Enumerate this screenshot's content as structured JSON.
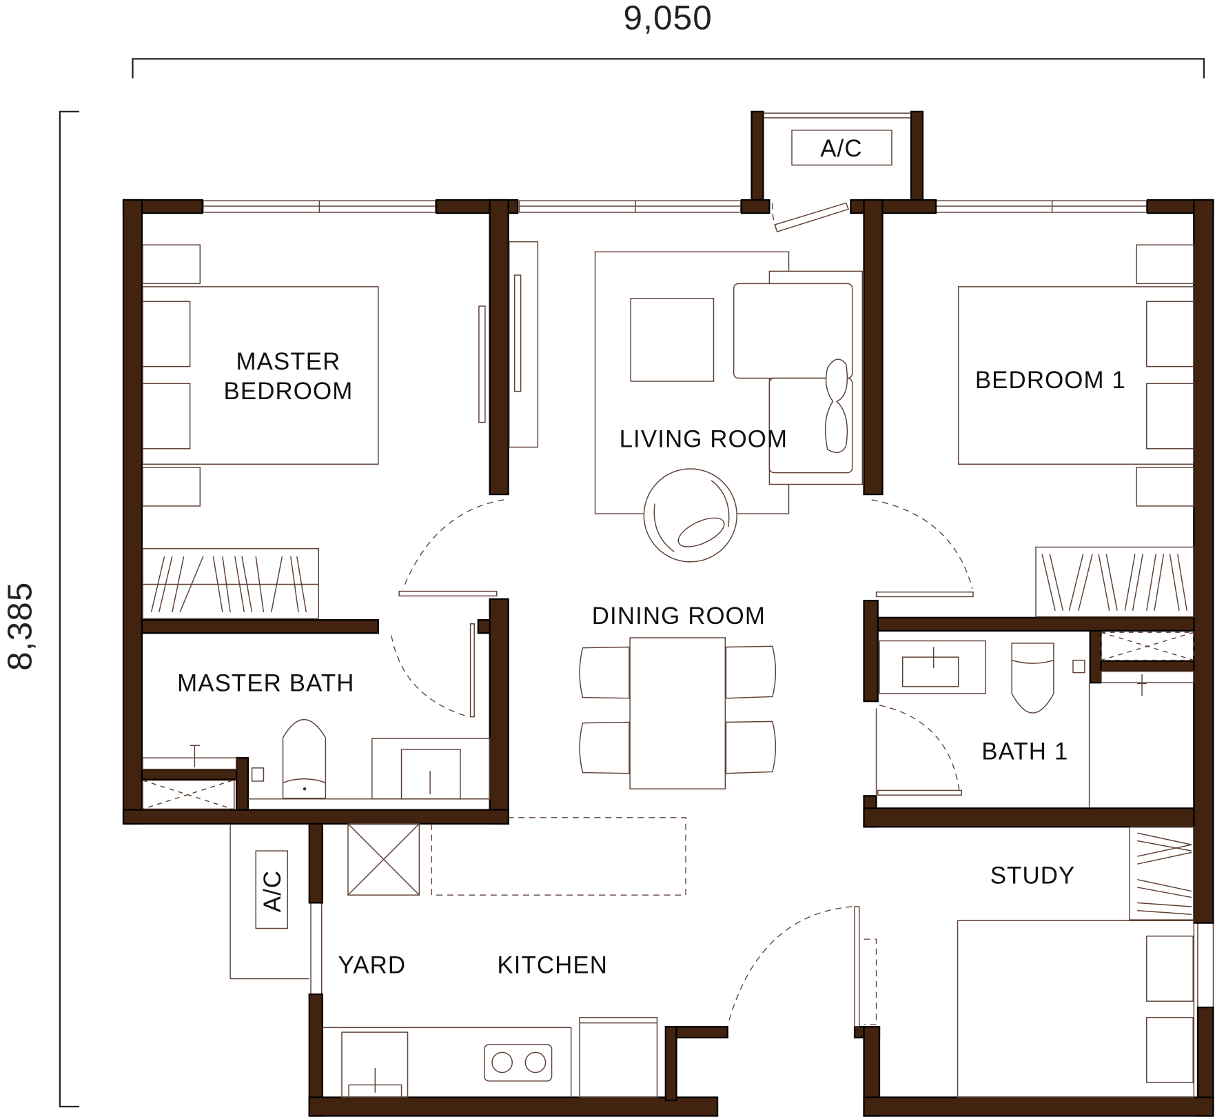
{
  "dimensions": {
    "width": "9,050",
    "height": "8,385"
  },
  "rooms": {
    "master_bedroom_1": "MASTER",
    "master_bedroom_2": "BEDROOM",
    "living_room": "LIVING ROOM",
    "bedroom_1": "BEDROOM 1",
    "dining_room": "DINING ROOM",
    "master_bath": "MASTER BATH",
    "bath_1": "BATH 1",
    "study": "STUDY",
    "yard": "YARD",
    "kitchen": "KITCHEN"
  },
  "ac_labels": {
    "top": "A/C",
    "yard": "A/C"
  },
  "colors": {
    "wall": "#42230f",
    "furniture": "#5e4035"
  }
}
